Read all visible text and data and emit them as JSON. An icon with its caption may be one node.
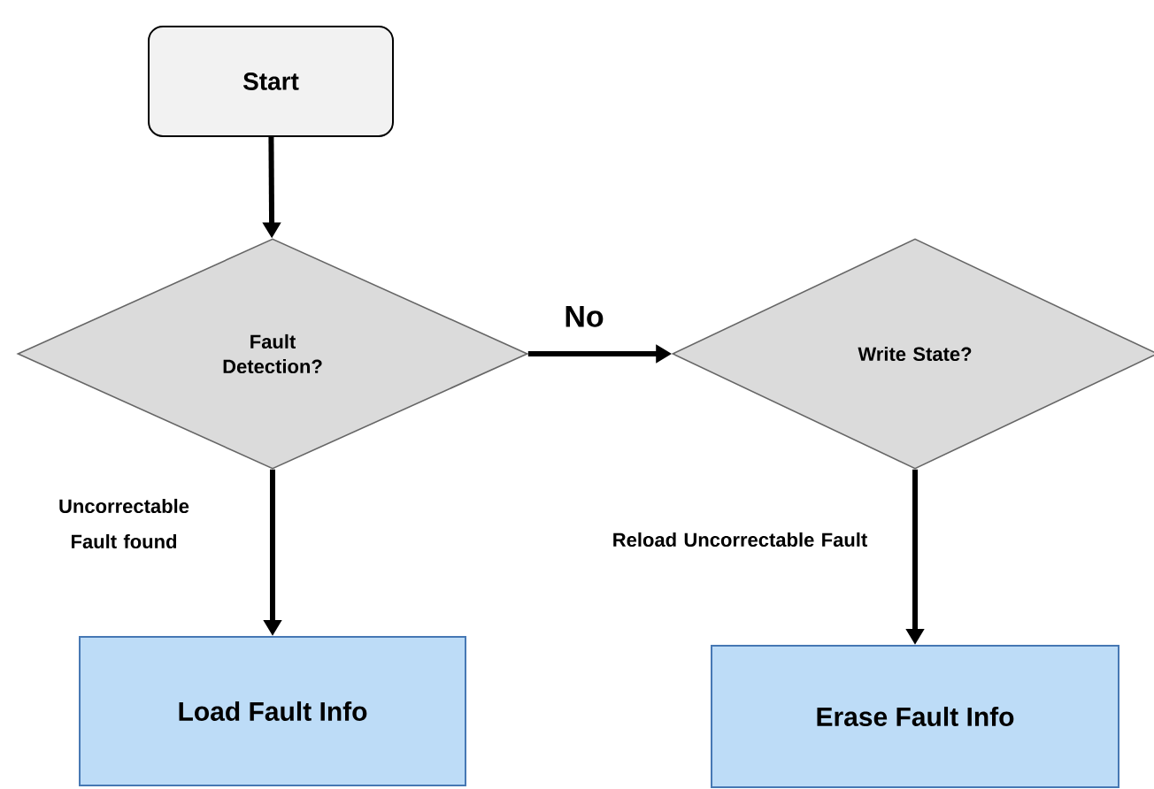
{
  "diagram": {
    "nodes": [
      {
        "text": [
          "Start"
        ]
      },
      {
        "text": [
          "Fault Detection?"
        ]
      },
      {
        "text": [
          "Write State?"
        ]
      },
      {
        "text": [
          "Load Fault Info"
        ]
      },
      {
        "text": [
          "Erase Fault Info"
        ]
      }
    ],
    "edges": [
      {
        "from": 0,
        "to": 1,
        "arrow": "to"
      },
      {
        "from": 1,
        "to": 2,
        "arrow": "to",
        "label": "No"
      },
      {
        "from": 1,
        "to": 3,
        "arrow": "to",
        "label": "Uncorrectable Fault found"
      },
      {
        "from": 2,
        "to": 4,
        "arrow": "to",
        "label": "Reload Uncorrectable Fault"
      }
    ]
  }
}
